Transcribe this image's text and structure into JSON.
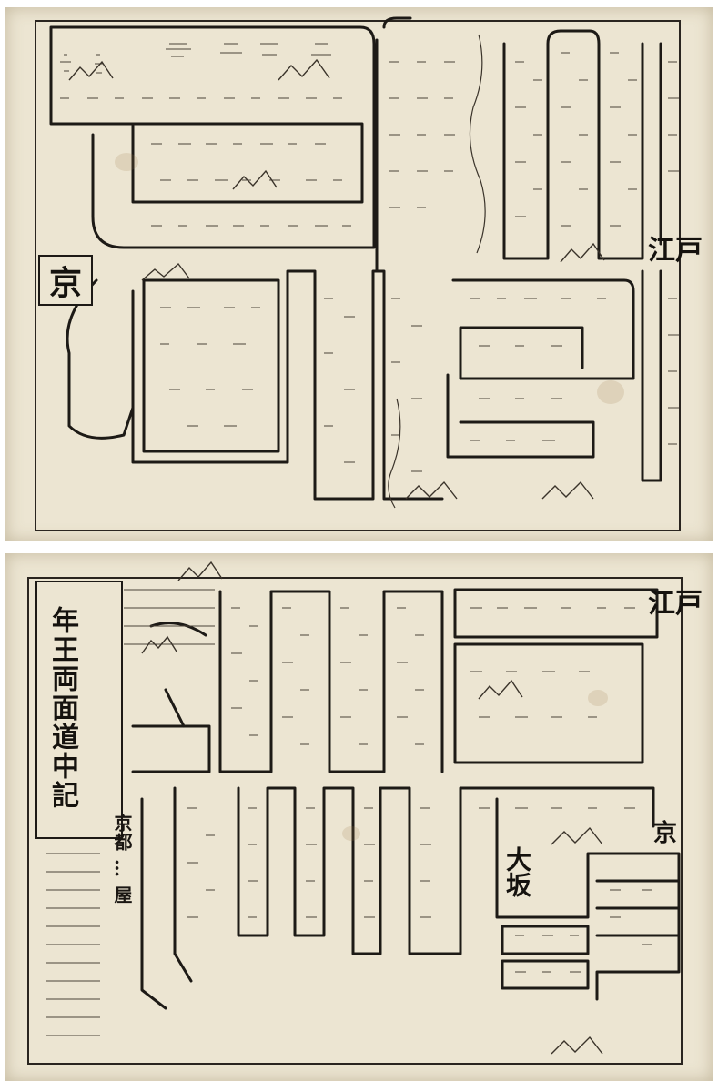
{
  "title": "年王両面道中記",
  "place_labels": {
    "kyo_top": "京",
    "edo_top": "江戸",
    "edo_bottom": "江戸",
    "kyo_bottom": "京",
    "osaka": "大坂"
  },
  "publisher": "京都 … 屋",
  "colors": {
    "paper": "#ece5d2",
    "ink": "#1d1a16",
    "background": "#ffffff"
  }
}
